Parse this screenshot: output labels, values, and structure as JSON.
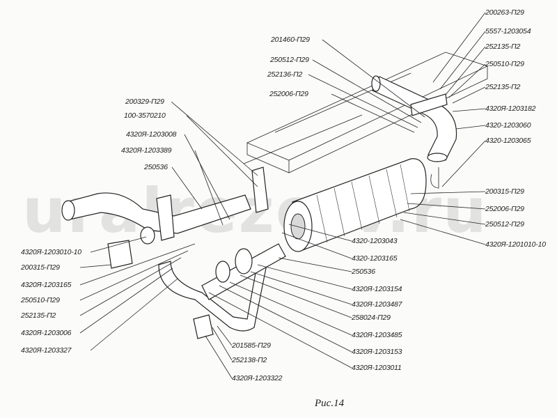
{
  "watermark": "uralrezerv.ru",
  "caption": "Рис.14",
  "callouts": [
    {
      "id": "c01",
      "text": "200263-П29"
    },
    {
      "id": "c02",
      "text": "5557-1203054"
    },
    {
      "id": "c03",
      "text": "252135-П2"
    },
    {
      "id": "c04",
      "text": "250510-П29"
    },
    {
      "id": "c05",
      "text": "252135-П2"
    },
    {
      "id": "c06",
      "text": "4320Я-1203182"
    },
    {
      "id": "c07",
      "text": "4320-1203060"
    },
    {
      "id": "c08",
      "text": "4320-1203065"
    },
    {
      "id": "c09",
      "text": "201460-П29"
    },
    {
      "id": "c10",
      "text": "250512-П29"
    },
    {
      "id": "c11",
      "text": "252136-П2"
    },
    {
      "id": "c12",
      "text": "252006-П29"
    },
    {
      "id": "c13",
      "text": "200329-П29"
    },
    {
      "id": "c14",
      "text": "100-3570210"
    },
    {
      "id": "c15",
      "text": "4320Я-1203008"
    },
    {
      "id": "c16",
      "text": "4320Я-1203389"
    },
    {
      "id": "c17",
      "text": "250536"
    },
    {
      "id": "c18",
      "text": "200315-П29"
    },
    {
      "id": "c19",
      "text": "252006-П29"
    },
    {
      "id": "c20",
      "text": "250512-П29"
    },
    {
      "id": "c21",
      "text": "4320Я-1201010-10"
    },
    {
      "id": "c22",
      "text": "4320-1203043"
    },
    {
      "id": "c23",
      "text": "4320-1203165"
    },
    {
      "id": "c24",
      "text": "250536"
    },
    {
      "id": "c25",
      "text": "4320Я-1203154"
    },
    {
      "id": "c26",
      "text": "4320Я-1203487"
    },
    {
      "id": "c27",
      "text": "258024-П29"
    },
    {
      "id": "c28",
      "text": "4320Я-1203485"
    },
    {
      "id": "c29",
      "text": "4320Я-1203153"
    },
    {
      "id": "c30",
      "text": "4320Я-1203011"
    },
    {
      "id": "c31",
      "text": "4320Я-1203010-10"
    },
    {
      "id": "c32",
      "text": "200315-П29"
    },
    {
      "id": "c33",
      "text": "4320Я-1203165"
    },
    {
      "id": "c34",
      "text": "250510-П29"
    },
    {
      "id": "c35",
      "text": "252135-П2"
    },
    {
      "id": "c36",
      "text": "4320Я-1203006"
    },
    {
      "id": "c37",
      "text": "4320Я-1203327"
    },
    {
      "id": "c38",
      "text": "201585-П29"
    },
    {
      "id": "c39",
      "text": "252138-П2"
    },
    {
      "id": "c40",
      "text": "4320Я-1203322"
    }
  ]
}
